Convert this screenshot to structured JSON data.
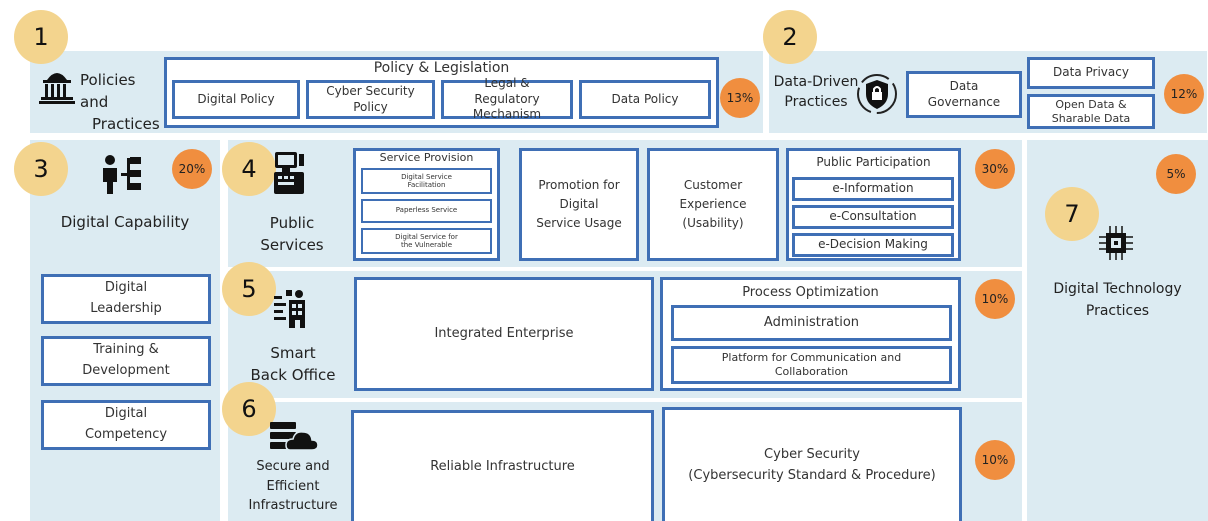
{
  "colors": {
    "panel": "#dcebf2",
    "box_border": "#3f6fb5",
    "number_badge": "#f3d48e",
    "percent_badge": "#f08e3f"
  },
  "numbers": [
    "1",
    "2",
    "3",
    "4",
    "5",
    "6",
    "7"
  ],
  "s1": {
    "title_line1": "Policies and",
    "title_line2": "Practices",
    "group_title": "Policy & Legislation",
    "items": [
      "Digital Policy",
      "Cyber Security Policy",
      "Legal & Regulatory Mechanism",
      "Data Policy"
    ],
    "percent": "13%",
    "icon": "government-building-icon"
  },
  "s2": {
    "title_line1": "Data-Driven",
    "title_line2": "Practices",
    "governance": "Data Governance",
    "privacy": "Data Privacy",
    "open_data": "Open Data & Sharable Data",
    "percent": "12%",
    "icon": "shield-lock-icon"
  },
  "s3": {
    "title": "Digital Capability",
    "percent": "20%",
    "items": [
      "Digital Leadership",
      "Training & Development",
      "Digital Competency"
    ],
    "icon": "org-chart-icon"
  },
  "s4": {
    "title_line1": "Public",
    "title_line2": "Services",
    "service_provision": {
      "title": "Service Provision",
      "items": [
        "Digital Service Facilitation",
        "Paperless Service",
        "Digital Service for the Vulnerable"
      ]
    },
    "promotion": "Promotion for Digital Service Usage",
    "customer_experience": "Customer Experience (Usability)",
    "public_participation": {
      "title": "Public Participation",
      "items": [
        "e-Information",
        "e-Consultation",
        "e-Decision Making"
      ]
    },
    "percent": "30%",
    "icon": "service-terminal-icon"
  },
  "s5": {
    "title_line1": "Smart",
    "title_line2": "Back Office",
    "integrated": "Integrated Enterprise",
    "process_title": "Process Optimization",
    "items": [
      "Administration",
      "Platform for Communication and Collaboration"
    ],
    "percent": "10%",
    "icon": "office-building-icon"
  },
  "s6": {
    "title_line1": "Secure and",
    "title_line2": "Efficient",
    "title_line3": "Infrastructure",
    "reliable": "Reliable Infrastructure",
    "cyber_line1": "Cyber Security",
    "cyber_line2": "(Cybersecurity Standard & Procedure)",
    "percent": "10%",
    "icon": "server-cloud-icon"
  },
  "s7": {
    "title_line1": "Digital Technology",
    "title_line2": "Practices",
    "percent": "5%",
    "icon": "chip-icon"
  }
}
